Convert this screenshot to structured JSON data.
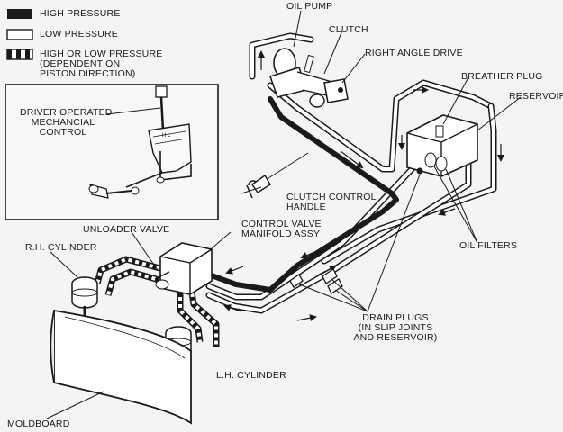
{
  "legend": {
    "high_pressure": "HIGH PRESSURE",
    "low_pressure": "LOW PRESSURE",
    "high_or_low_line1": "HIGH OR LOW PRESSURE",
    "high_or_low_line2": "(DEPENDENT ON",
    "high_or_low_line3": "PISTON DIRECTION)"
  },
  "inset": {
    "line1": "DRIVER OPERATED",
    "line2": "MECHANCIAL",
    "line3": "CONTROL"
  },
  "labels": {
    "oil_pump": "OIL PUMP",
    "clutch": "CLUTCH",
    "right_angle_drive": "RIGHT ANGLE DRIVE",
    "breather_plug": "BREATHER PLUG",
    "reservoir": "RESERVOIR",
    "clutch_control_handle_1": "CLUTCH CONTROL",
    "clutch_control_handle_2": "HANDLE",
    "unloader_valve": "UNLOADER VALVE",
    "control_valve_1": "CONTROL VALVE",
    "control_valve_2": "MANIFOLD ASSY",
    "rh_cylinder": "R.H. CYLINDER",
    "oil_filters": "OIL FILTERS",
    "drain_plugs_1": "DRAIN PLUGS",
    "drain_plugs_2": "(IN SLIP JOINTS",
    "drain_plugs_3": "AND RESERVOIR)",
    "lh_cylinder": "L.H. CYLINDER",
    "moldboard": "MOLDBOARD"
  },
  "colors": {
    "ink": "#1a1a1a",
    "paper": "#f4f4f2"
  }
}
